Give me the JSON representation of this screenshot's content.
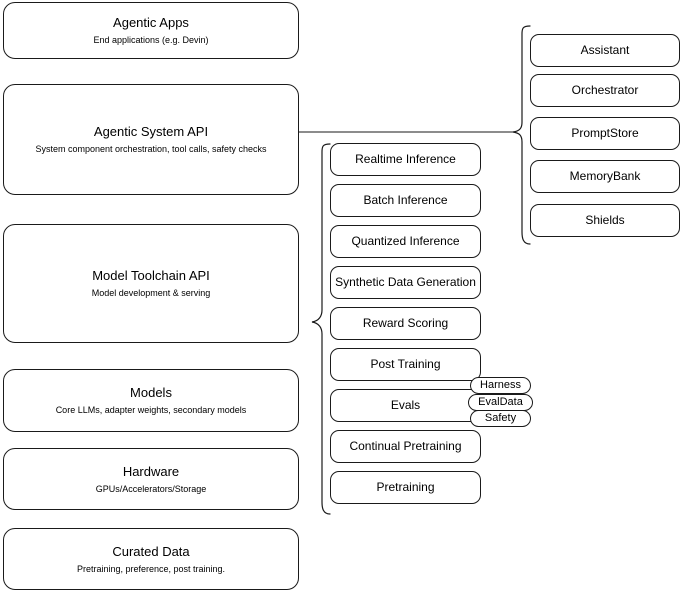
{
  "diagram": {
    "title": "Agentic AI stack layered architecture",
    "stroke_color": "#1a1a1a",
    "background_color": "#ffffff"
  },
  "layers": [
    {
      "name": "agentic-apps",
      "title": "Agentic Apps",
      "subtitle": "End applications (e.g. Devin)"
    },
    {
      "name": "agentic-system-api",
      "title": "Agentic System API",
      "subtitle": "System component orchestration, tool calls, safety checks"
    },
    {
      "name": "model-toolchain-api",
      "title": "Model Toolchain API",
      "subtitle": "Model development & serving"
    },
    {
      "name": "models",
      "title": "Models",
      "subtitle": "Core LLMs, adapter weights, secondary models"
    },
    {
      "name": "hardware",
      "title": "Hardware",
      "subtitle": "GPUs/Accelerators/Storage"
    },
    {
      "name": "curated-data",
      "title": "Curated Data",
      "subtitle": "Pretraining, preference, post training."
    }
  ],
  "toolchain_capabilities": [
    {
      "name": "realtime-inference",
      "label": "Realtime Inference"
    },
    {
      "name": "batch-inference",
      "label": "Batch Inference"
    },
    {
      "name": "quantized-inference",
      "label": "Quantized Inference"
    },
    {
      "name": "synthetic-data-generation",
      "label": "Synthetic Data Generation"
    },
    {
      "name": "reward-scoring",
      "label": "Reward Scoring"
    },
    {
      "name": "post-training",
      "label": "Post Training"
    },
    {
      "name": "evals",
      "label": "Evals"
    },
    {
      "name": "continual-pretraining",
      "label": "Continual Pretraining"
    },
    {
      "name": "pretraining",
      "label": "Pretraining"
    }
  ],
  "system_components": [
    {
      "name": "assistant",
      "label": "Assistant"
    },
    {
      "name": "orchestrator",
      "label": "Orchestrator"
    },
    {
      "name": "promptstore",
      "label": "PromptStore"
    },
    {
      "name": "memorybank",
      "label": "MemoryBank"
    },
    {
      "name": "shields",
      "label": "Shields"
    }
  ],
  "eval_badges": [
    {
      "name": "harness",
      "label": "Harness"
    },
    {
      "name": "evaldata",
      "label": "EvalData"
    },
    {
      "name": "safety",
      "label": "Safety"
    }
  ]
}
